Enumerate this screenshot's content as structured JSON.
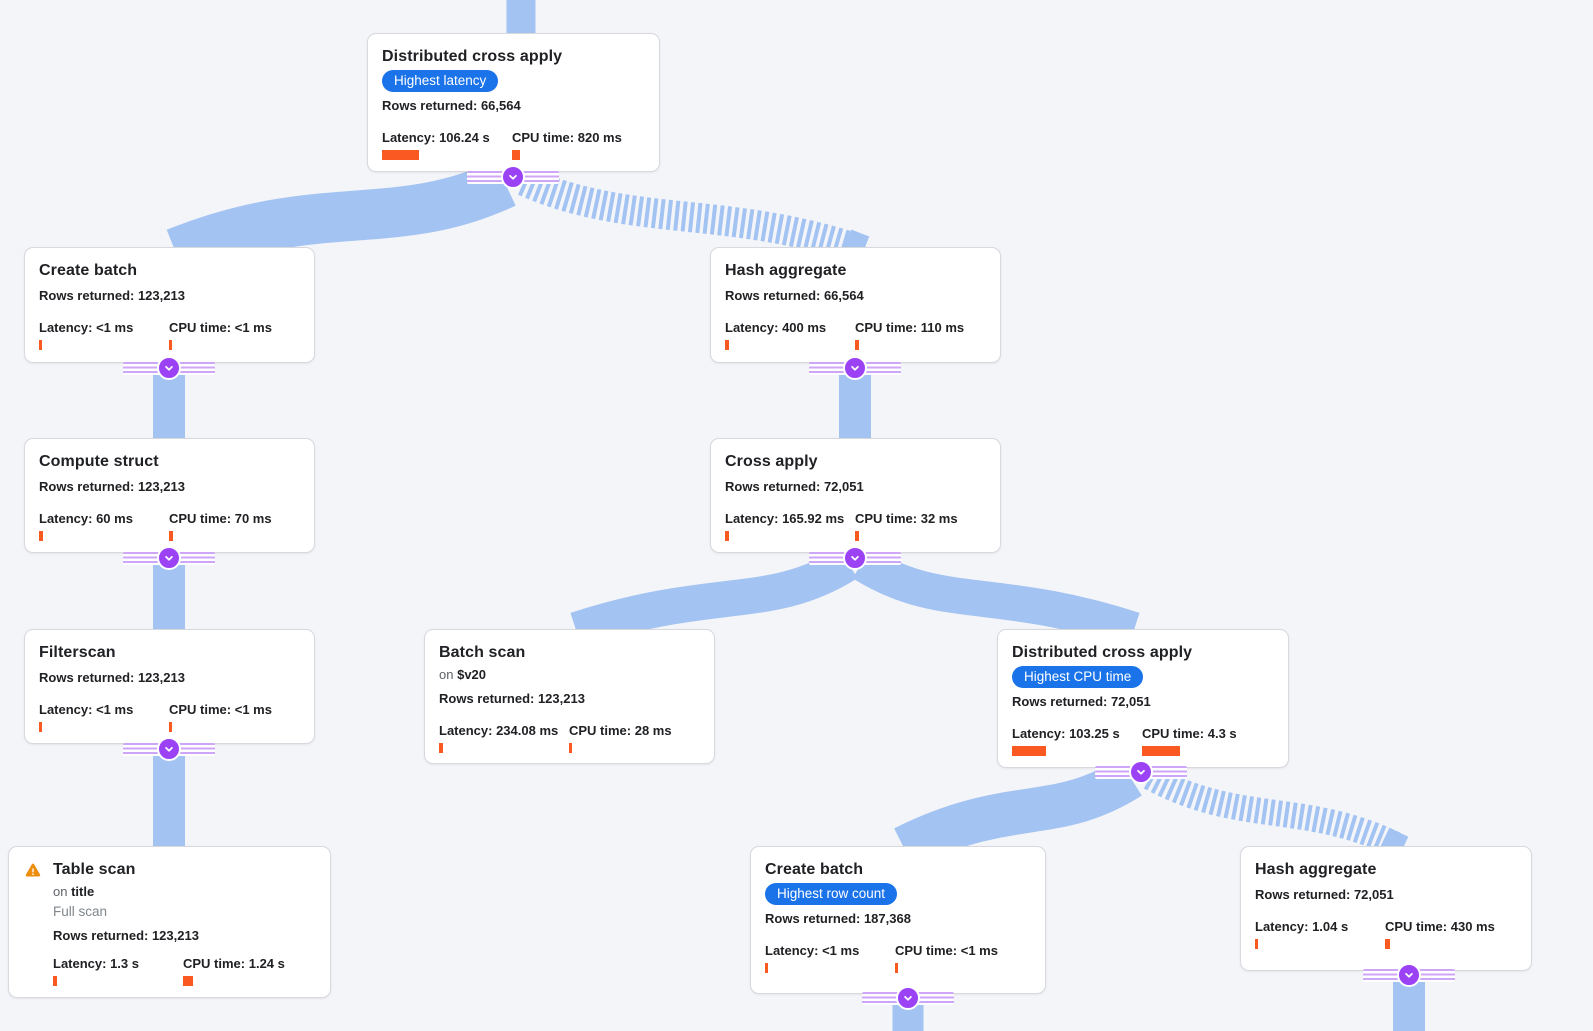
{
  "canvas": {
    "background_color": "#f4f5f9",
    "edge_color": "#a3c3f2",
    "connector_color": "#9c42f5",
    "badge_color": "#1a73e8",
    "bar_color": "#fa5a22",
    "warning_color": "#ee8d0c"
  },
  "nodes": [
    {
      "title": "Distributed cross apply",
      "badge": "Highest latency",
      "rows": "Rows returned: 66,564",
      "latency": "Latency: 106.24 s",
      "latency_bar": 37,
      "cpu": "CPU time: 820 ms",
      "cpu_bar": 8
    },
    {
      "title": "Create batch",
      "rows": "Rows returned: 123,213",
      "latency": "Latency: <1 ms",
      "latency_bar": 3,
      "cpu": "CPU time: <1 ms",
      "cpu_bar": 3
    },
    {
      "title": "Hash aggregate",
      "rows": "Rows returned: 66,564",
      "latency": "Latency: 400 ms",
      "latency_bar": 4,
      "cpu": "CPU time: 110 ms",
      "cpu_bar": 4
    },
    {
      "title": "Compute struct",
      "rows": "Rows returned: 123,213",
      "latency": "Latency: 60 ms",
      "latency_bar": 4,
      "cpu": "CPU time: 70 ms",
      "cpu_bar": 4
    },
    {
      "title": "Cross apply",
      "rows": "Rows returned: 72,051",
      "latency": "Latency: 165.92 ms",
      "latency_bar": 4,
      "cpu": "CPU time: 32 ms",
      "cpu_bar": 4
    },
    {
      "title": "Filterscan",
      "rows": "Rows returned: 123,213",
      "latency": "Latency: <1 ms",
      "latency_bar": 3,
      "cpu": "CPU time: <1 ms",
      "cpu_bar": 3
    },
    {
      "title": "Batch scan",
      "on_prefix": "on",
      "on_target": "$v20",
      "rows": "Rows returned: 123,213",
      "latency": "Latency: 234.08 ms",
      "latency_bar": 4,
      "cpu": "CPU time: 28 ms",
      "cpu_bar": 3
    },
    {
      "title": "Distributed cross apply",
      "badge": "Highest CPU time",
      "rows": "Rows returned: 72,051",
      "latency": "Latency: 103.25 s",
      "latency_bar": 34,
      "cpu": "CPU time: 4.3 s",
      "cpu_bar": 38
    },
    {
      "title": "Table scan",
      "on_prefix": "on",
      "on_target": "title",
      "note": "Full scan",
      "rows": "Rows returned: 123,213",
      "latency": "Latency: 1.3 s",
      "latency_bar": 4,
      "cpu": "CPU time: 1.24 s",
      "cpu_bar": 10
    },
    {
      "title": "Create batch",
      "badge": "Highest row count",
      "rows": "Rows returned: 187,368",
      "latency": "Latency: <1 ms",
      "latency_bar": 3,
      "cpu": "CPU time: <1 ms",
      "cpu_bar": 3
    },
    {
      "title": "Hash aggregate",
      "rows": "Rows returned: 72,051",
      "latency": "Latency: 1.04 s",
      "latency_bar": 3,
      "cpu": "CPU time: 430 ms",
      "cpu_bar": 5
    }
  ],
  "edges": [
    {
      "from": "parent-offscreen-top",
      "to": "distributed-cross-apply-1",
      "style": "solid"
    },
    {
      "from": "distributed-cross-apply-1",
      "to": "create-batch-1",
      "style": "solid"
    },
    {
      "from": "distributed-cross-apply-1",
      "to": "hash-aggregate-1",
      "style": "striped"
    },
    {
      "from": "create-batch-1",
      "to": "compute-struct",
      "style": "solid"
    },
    {
      "from": "hash-aggregate-1",
      "to": "cross-apply",
      "style": "solid"
    },
    {
      "from": "compute-struct",
      "to": "filterscan",
      "style": "solid"
    },
    {
      "from": "filterscan",
      "to": "table-scan",
      "style": "solid"
    },
    {
      "from": "cross-apply",
      "to": "batch-scan",
      "style": "solid"
    },
    {
      "from": "cross-apply",
      "to": "distributed-cross-apply-2",
      "style": "solid"
    },
    {
      "from": "distributed-cross-apply-2",
      "to": "create-batch-2",
      "style": "solid"
    },
    {
      "from": "distributed-cross-apply-2",
      "to": "hash-aggregate-2",
      "style": "striped"
    },
    {
      "from": "create-batch-2",
      "to": "child-offscreen-bottom",
      "style": "solid"
    },
    {
      "from": "hash-aggregate-2",
      "to": "child-offscreen-bottom",
      "style": "solid"
    }
  ]
}
